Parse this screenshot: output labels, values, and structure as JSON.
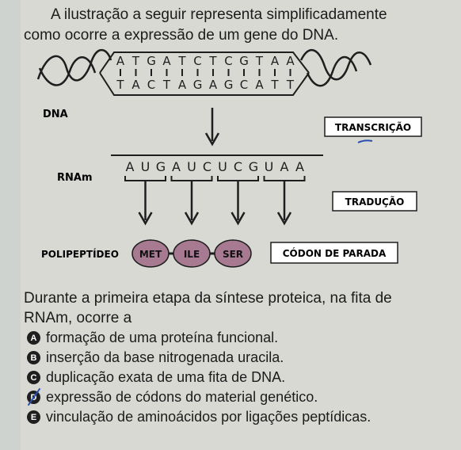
{
  "intro": {
    "line1": "A ilustração a seguir representa simplificadamente",
    "line2": "como ocorre a expressão de um gene do DNA."
  },
  "figure": {
    "dna_label": "DNA",
    "dna_top": [
      "A",
      "T",
      "G",
      "A",
      "T",
      "C",
      "T",
      "C",
      "G",
      "T",
      "A",
      "A"
    ],
    "dna_bottom": [
      "T",
      "A",
      "C",
      "T",
      "A",
      "G",
      "A",
      "G",
      "C",
      "A",
      "T",
      "T"
    ],
    "rna_label": "RNAm",
    "rna_seq": [
      "A",
      "U",
      "G",
      "A",
      "U",
      "C",
      "U",
      "C",
      "G",
      "U",
      "A",
      "A"
    ],
    "transcription_label": "TRANSCRIÇÃO",
    "translation_label": "TRADUÇÃO",
    "polypeptide_label": "POLIPEPTÍDEO",
    "amino_acids": [
      "MET",
      "ILE",
      "SER"
    ],
    "stop_codon_label": "CÓDON DE PARADA",
    "colors": {
      "amino_fill": "#a87a92",
      "line": "#1e1e1e",
      "box_fill": "#ffffff"
    }
  },
  "question": {
    "line1": "Durante a primeira etapa da síntese proteica, na fita de",
    "line2": "RNAm, ocorre a"
  },
  "options": [
    {
      "letter": "A",
      "text": "formação de uma proteína funcional."
    },
    {
      "letter": "B",
      "text": "inserção da base nitrogenada uracila."
    },
    {
      "letter": "C",
      "text": "duplicação exata de uma fita de DNA."
    },
    {
      "letter": "D",
      "text": "expressão de códons do material genético."
    },
    {
      "letter": "E",
      "text": "vinculação de aminoácidos por ligações peptídicas."
    }
  ]
}
